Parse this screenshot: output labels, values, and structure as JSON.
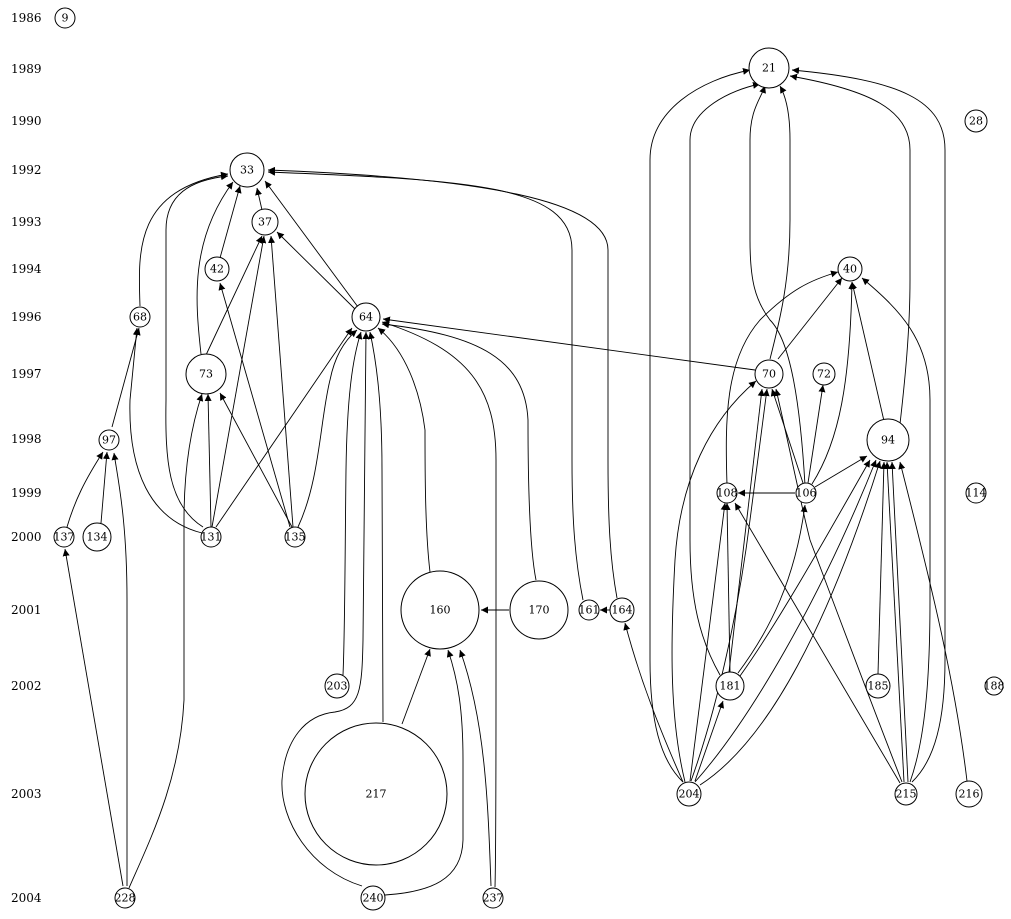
{
  "years": [
    "1986",
    "1989",
    "1990",
    "1992",
    "1993",
    "1994",
    "1996",
    "1997",
    "1998",
    "1999",
    "2000",
    "2001",
    "2002",
    "2003",
    "2004"
  ],
  "nodes": [
    "9",
    "21",
    "28",
    "33",
    "37",
    "42",
    "40",
    "68",
    "64",
    "73",
    "70",
    "72",
    "97",
    "94",
    "108",
    "106",
    "114",
    "137",
    "134",
    "131",
    "135",
    "160",
    "170",
    "161",
    "164",
    "203",
    "181",
    "185",
    "188",
    "217",
    "204",
    "215",
    "216",
    "228",
    "240",
    "237"
  ]
}
